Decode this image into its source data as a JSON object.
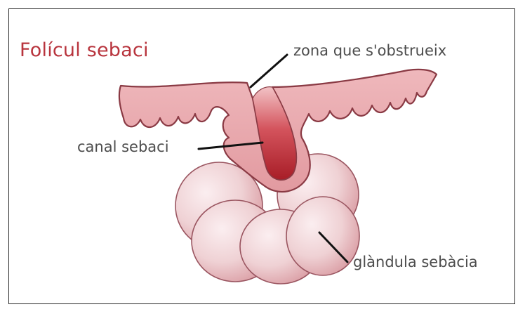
{
  "diagram": {
    "title": "Folícul sebaci",
    "labels": {
      "zona": "zona que s'obstrueix",
      "canal": "canal sebaci",
      "glandula": "glàndula sebàcia"
    },
    "colors": {
      "title": "#b8343d",
      "label_text": "#4d4d4d",
      "skin_fill": "#e8a6ab",
      "skin_stroke": "#8a3a44",
      "canal_dark": "#b3262f",
      "gland_fill": "#efd1d4",
      "leader": "#111111"
    }
  }
}
